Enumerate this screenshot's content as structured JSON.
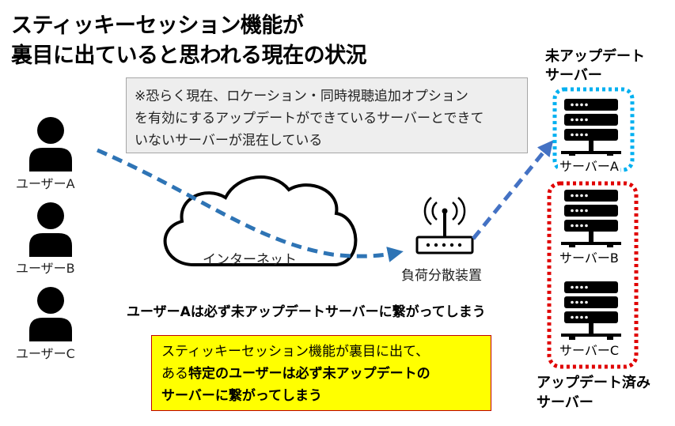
{
  "title": {
    "line1": "スティッキーセッション機能が",
    "line2": "裏目に出ていると思われる現在の状況"
  },
  "note": {
    "line1": "※恐らく現在、ロケーション・同時視聴追加オプション",
    "line2": "を有効にするアップデートができているサーバーとできて",
    "line3": "いないサーバーが混在している"
  },
  "users": [
    {
      "label": "ユーザーA"
    },
    {
      "label": "ユーザーB"
    },
    {
      "label": "ユーザーC"
    }
  ],
  "internet_label": "インターネット",
  "load_balancer_label": "負荷分散装置",
  "servers": [
    {
      "label": "サーバーA"
    },
    {
      "label": "サーバーB"
    },
    {
      "label": "サーバーC"
    }
  ],
  "group_not_updated": {
    "line1": "未アップデート",
    "line2": "サーバー"
  },
  "group_updated": {
    "line1": "アップデート済み",
    "line2": "サーバー"
  },
  "result_caption": "ユーザーAは必ず未アップデートサーバーに繋がってしまう",
  "conclusion": {
    "line1": "スティッキーセッション機能が裏目に出て、",
    "line2_normal": "ある",
    "line2_bold": "特定のユーザーは必ず未アップデートの",
    "line3": "サーバーに繋がってしまう"
  },
  "colors": {
    "path": "#2e74b5",
    "not_updated_border": "#00b0f0",
    "updated_border": "#e00000",
    "highlight": "#ffff00"
  },
  "icons": [
    "user-icon",
    "cloud-icon",
    "router-icon",
    "server-icon"
  ]
}
